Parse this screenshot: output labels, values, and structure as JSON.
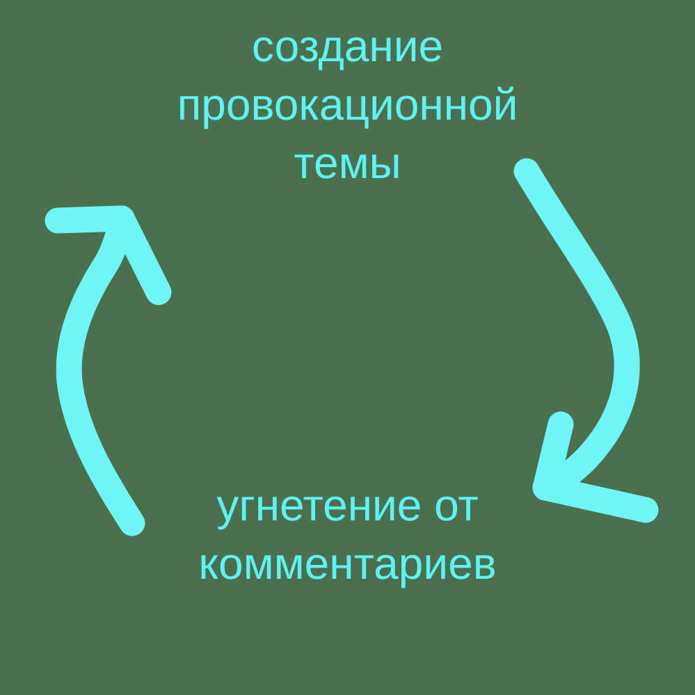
{
  "diagram": {
    "title_semantic": "vicious-cycle-diagram",
    "background_color": "#4a7050",
    "accent_color": "#6ff5f5",
    "text_color": "#5ef2f2",
    "nodes": [
      {
        "id": "top",
        "text": "создание\nпровокационной\nтемы",
        "position": "top-center"
      },
      {
        "id": "bottom",
        "text": "угнетение от\nкомментариев",
        "position": "bottom-center"
      }
    ],
    "arrows": [
      {
        "id": "left-arrow",
        "label": "bottom-to-top",
        "direction": "upward",
        "from": "угнетение от комментариев",
        "to": "создание провокационной темы",
        "style": "hand-drawn-curved"
      },
      {
        "id": "right-arrow",
        "label": "top-to-bottom",
        "direction": "downward",
        "from": "создание провокационной темы",
        "to": "угнетение от комментариев",
        "style": "hand-drawn-curved"
      }
    ]
  }
}
